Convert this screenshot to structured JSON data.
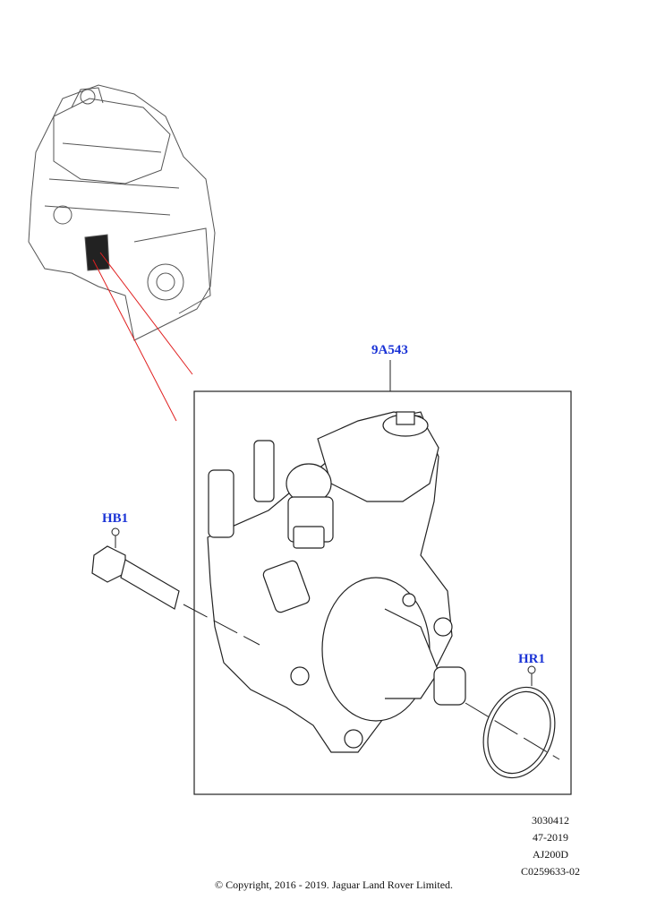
{
  "callouts": {
    "pump": "9A543",
    "bolt": "HB1",
    "ring": "HR1"
  },
  "meta": {
    "line1": "3030412",
    "line2": "47-2019",
    "line3": "AJ200D",
    "line4": "C0259633-02"
  },
  "copyright": "© Copyright, 2016 - 2019. Jaguar Land Rover Limited.",
  "colors": {
    "callout": "#1a33d6",
    "leader_red": "#e02020"
  }
}
